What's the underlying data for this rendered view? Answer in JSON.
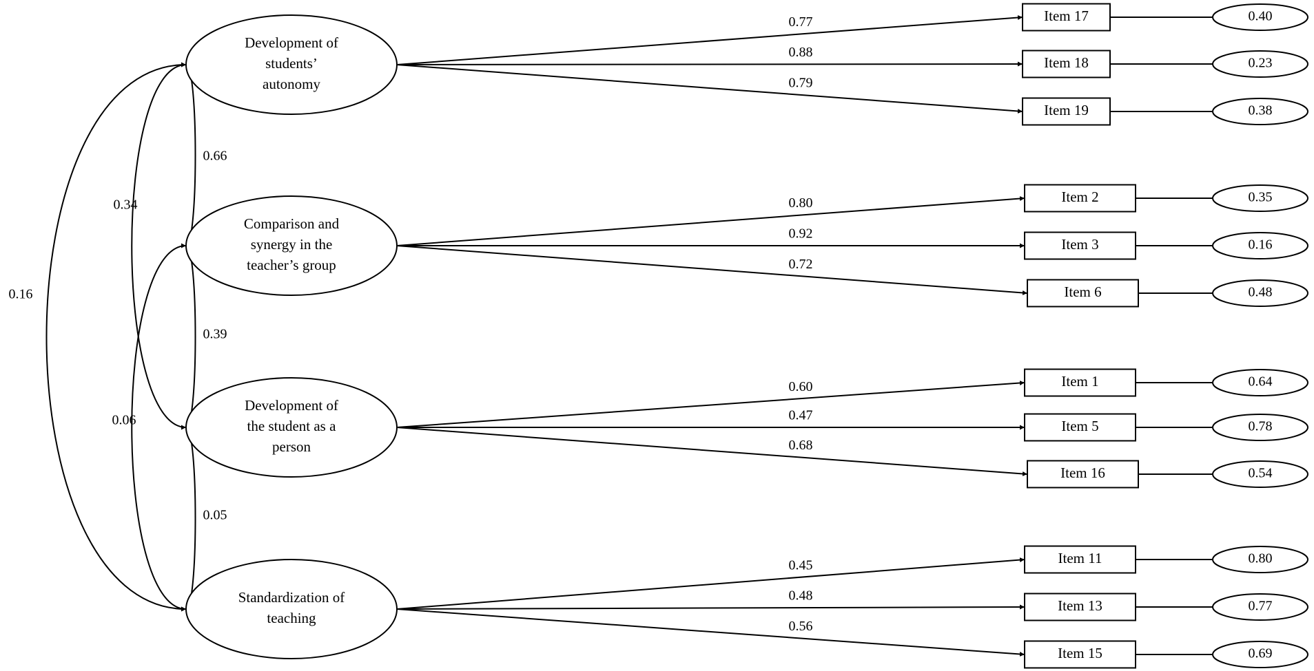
{
  "factors": [
    {
      "lines": [
        "Development of",
        "students’",
        "autonomy"
      ],
      "items": [
        {
          "label": "Item 17",
          "loading": "0.77",
          "error": "0.40"
        },
        {
          "label": "Item 18",
          "loading": "0.88",
          "error": "0.23"
        },
        {
          "label": "Item 19",
          "loading": "0.79",
          "error": "0.38"
        }
      ]
    },
    {
      "lines": [
        "Comparison and",
        "synergy in the",
        "teacher’s group"
      ],
      "items": [
        {
          "label": "Item 2",
          "loading": "0.80",
          "error": "0.35"
        },
        {
          "label": "Item 3",
          "loading": "0.92",
          "error": "0.16"
        },
        {
          "label": "Item 6",
          "loading": "0.72",
          "error": "0.48"
        }
      ]
    },
    {
      "lines": [
        "Development of",
        "the student as a",
        "person"
      ],
      "items": [
        {
          "label": "Item 1",
          "loading": "0.60",
          "error": "0.64"
        },
        {
          "label": "Item 5",
          "loading": "0.47",
          "error": "0.78"
        },
        {
          "label": "Item 16",
          "loading": "0.68",
          "error": "0.54"
        }
      ]
    },
    {
      "lines": [
        "Standardization of",
        "teaching"
      ],
      "items": [
        {
          "label": "Item 11",
          "loading": "0.45",
          "error": "0.80"
        },
        {
          "label": "Item 13",
          "loading": "0.48",
          "error": "0.77"
        },
        {
          "label": "Item 15",
          "loading": "0.56",
          "error": "0.69"
        }
      ]
    }
  ],
  "correlations": [
    {
      "from": 0,
      "to": 1,
      "value": "0.66"
    },
    {
      "from": 1,
      "to": 2,
      "value": "0.39"
    },
    {
      "from": 2,
      "to": 3,
      "value": "0.05"
    },
    {
      "from": 0,
      "to": 2,
      "value": "0.34"
    },
    {
      "from": 1,
      "to": 3,
      "value": "0.06"
    },
    {
      "from": 0,
      "to": 3,
      "value": "0.16"
    }
  ]
}
